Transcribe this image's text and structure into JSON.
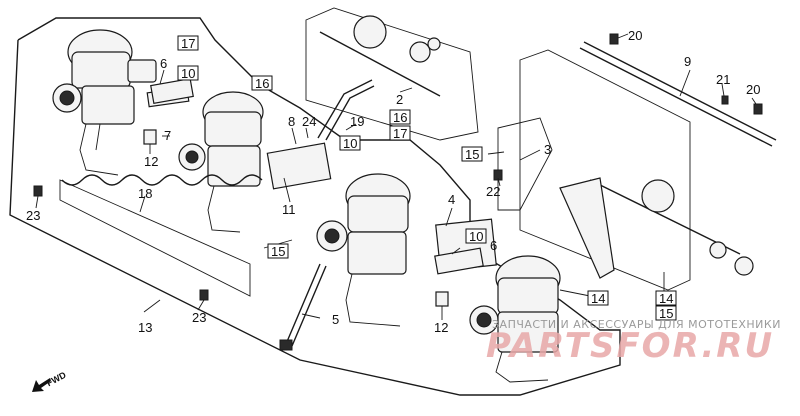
{
  "callouts": {
    "c2": "2",
    "c3": "3",
    "c4": "4",
    "c5": "5",
    "c6a": "6",
    "c6b": "6",
    "c7": "7",
    "c8": "8",
    "c9": "9",
    "c10a": "10",
    "c10b": "10",
    "c10c": "10",
    "c11": "11",
    "c12a": "12",
    "c12b": "12",
    "c13": "13",
    "c14a": "14",
    "c14b": "14",
    "c15a": "15",
    "c15b": "15",
    "c15c": "15",
    "c16a": "16",
    "c16b": "16",
    "c17a": "17",
    "c17b": "17",
    "c18": "18",
    "c19": "19",
    "c20a": "20",
    "c20b": "20",
    "c21": "21",
    "c22": "22",
    "c23a": "23",
    "c23b": "23",
    "c24": "24"
  },
  "direction_label": "FWD",
  "watermark": {
    "top_text": "ЗАПЧАСТИ И АКСЕССУАРЫ ДЛЯ МОТОТЕХНИКИ",
    "brand": "PARTSFOR.RU"
  }
}
